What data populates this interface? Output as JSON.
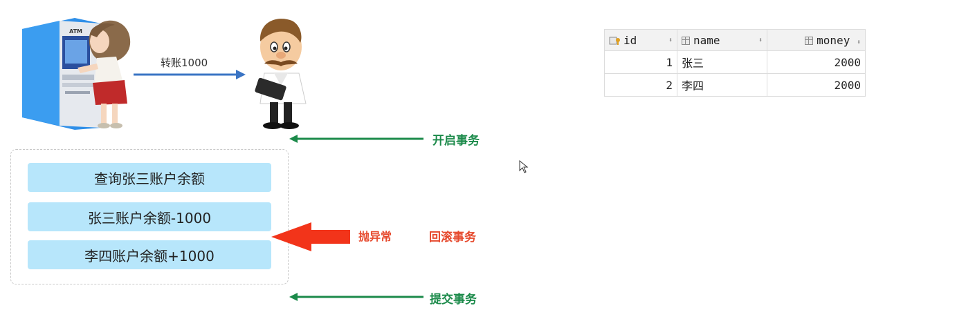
{
  "illustrations": {
    "atm_sign": "ATM"
  },
  "transfer": {
    "label": "转账1000"
  },
  "transaction": {
    "begin_label": "开启事务",
    "steps": [
      "查询张三账户余额",
      "张三账户余额-1000",
      "李四账户余额+1000"
    ],
    "exception_label": "抛异常",
    "rollback_label": "回滚事务",
    "commit_label": "提交事务"
  },
  "table": {
    "columns": [
      "id",
      "name",
      "money"
    ],
    "rows": [
      {
        "id": "1",
        "name": "张三",
        "money": "2000"
      },
      {
        "id": "2",
        "name": "李四",
        "money": "2000"
      }
    ]
  },
  "colors": {
    "green": "#1b8a4a",
    "red": "#e64a2e",
    "step_bg": "#b7e6fb",
    "blue_arrow": "#3a74c4"
  }
}
